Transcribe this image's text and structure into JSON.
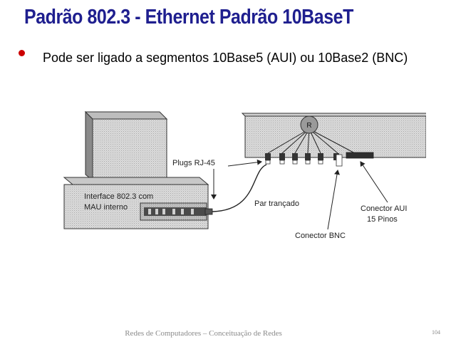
{
  "slide": {
    "title": "Padrão 802.3 - Ethernet Padrão 10BaseT",
    "bullet": "Pode ser ligado a segmentos 10Base5 (AUI) ou 10Base2 (BNC)"
  },
  "diagram": {
    "hub_label": "R",
    "plugs_label": "Plugs RJ-45",
    "interface_line1": "Interface 802.3 com",
    "interface_line2": "MAU interno",
    "cable_label": "Par trançado",
    "bnc_label": "Conector BNC",
    "aui_line1": "Conector AUI",
    "aui_line2": "15 Pinos"
  },
  "footer": {
    "text": "Redes de Computadores – Conceituação de Redes",
    "page": "104"
  }
}
